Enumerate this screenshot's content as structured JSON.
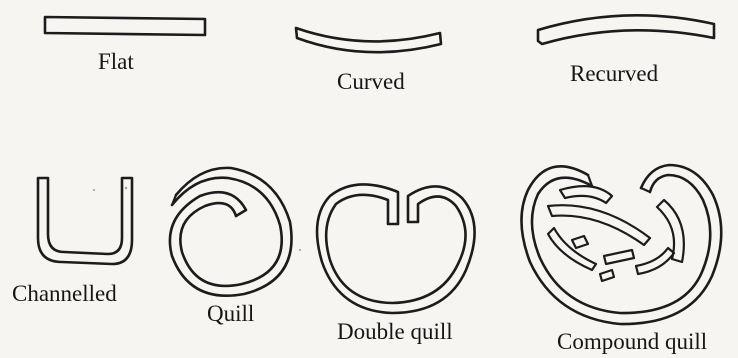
{
  "labels": {
    "flat": "Flat",
    "curved": "Curved",
    "recurved": "Recurved",
    "channelled": "Channelled",
    "quill": "Quill",
    "double_quill": "Double quill",
    "compound_quill": "Compound quill"
  },
  "colors": {
    "background": "#f6f5f2",
    "ink": "#1c1c1c"
  }
}
